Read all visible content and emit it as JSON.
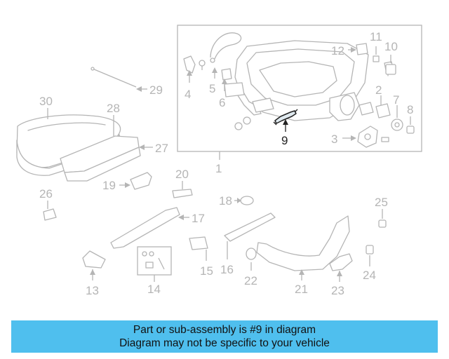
{
  "diagram": {
    "callouts": {
      "c1": "1",
      "c2": "2",
      "c3": "3",
      "c4": "4",
      "c5": "5",
      "c6": "6",
      "c7": "7",
      "c8": "8",
      "c9": "9",
      "c10": "10",
      "c11": "11",
      "c12": "12",
      "c13": "13",
      "c14": "14",
      "c15": "15",
      "c16": "16",
      "c17": "17",
      "c18": "18",
      "c19": "19",
      "c20": "20",
      "c21": "21",
      "c22": "22",
      "c23": "23",
      "c24": "24",
      "c25": "25",
      "c26": "26",
      "c27": "27",
      "c28": "28",
      "c29": "29",
      "c30": "30"
    },
    "highlighted_part": "9",
    "colors": {
      "part_line": "#b5b5b5",
      "highlight": "#222222",
      "banner": "#4fbfee"
    }
  },
  "footer": {
    "line1": "Part or sub-assembly is #9 in diagram",
    "line2": "Diagram may not be specific to your vehicle"
  }
}
